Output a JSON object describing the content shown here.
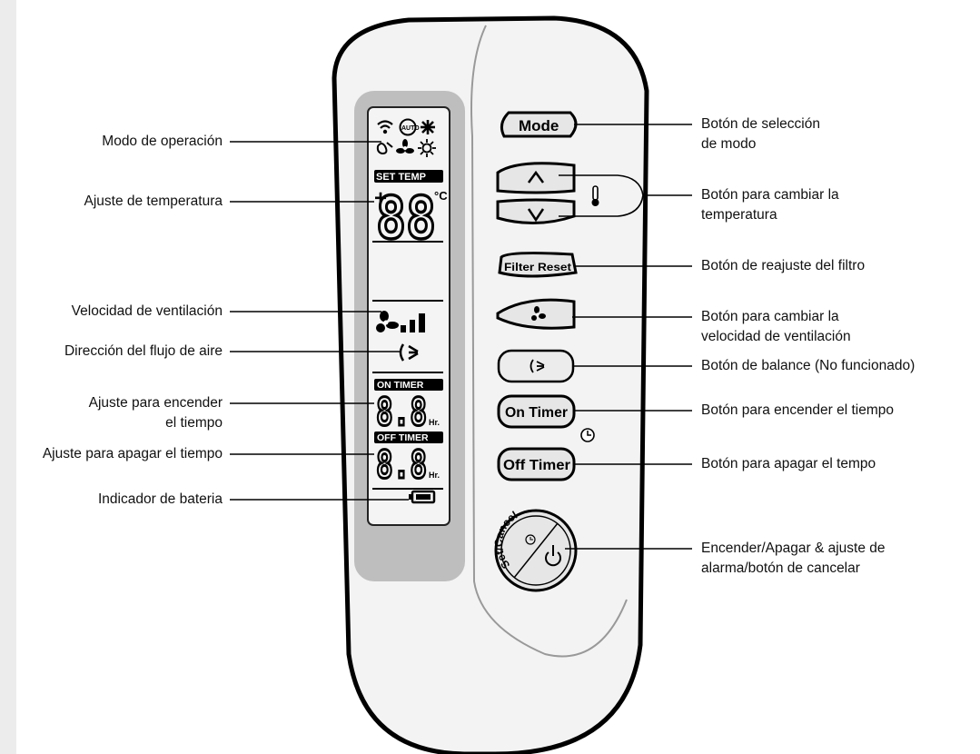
{
  "labels_left": [
    "Modo de operación",
    "Ajuste de temperatura",
    "Velocidad de ventilación",
    "Dirección del flujo de aire",
    "Ajuste para encender\nel tiempo",
    "Ajuste para apagar el tiempo",
    "Indicador de bateria"
  ],
  "labels_right": [
    "Botón de selección\nde modo",
    "Botón para cambiar la\ntemperatura",
    "Botón de reajuste del filtro",
    "Botón para cambiar la\nvelocidad de ventilación",
    "Botón de balance (No funcionado)",
    "Botón para encender el tiempo",
    "Botón para apagar el tempo",
    "Encender/Apagar & ajuste de\nalarma/botón de cancelar"
  ],
  "buttons": {
    "mode": "Mode",
    "filter_reset": "Filter Reset",
    "on_timer": "On Timer",
    "off_timer": "Off Timer",
    "set_cancel": "Set/Cancel"
  },
  "lcd": {
    "set_temp": "SET TEMP",
    "temp_digits": "88",
    "plus": "+",
    "unit_c": "°C",
    "on_timer": "ON TIMER",
    "off_timer": "OFF TIMER",
    "timer_digits": "8.8",
    "hr": "Hr.",
    "auto": "AUTO"
  },
  "icons": [
    "wifi-icon",
    "auto-icon",
    "snowflake-icon",
    "dry-icon",
    "fan-icon",
    "sun-icon",
    "thermometer-icon",
    "swing-icon",
    "clock-icon",
    "power-icon",
    "battery-icon"
  ],
  "colors": {
    "lcd_gray": "#bebebe",
    "body": "#f2f2f2",
    "button": "#e6e6e6"
  }
}
